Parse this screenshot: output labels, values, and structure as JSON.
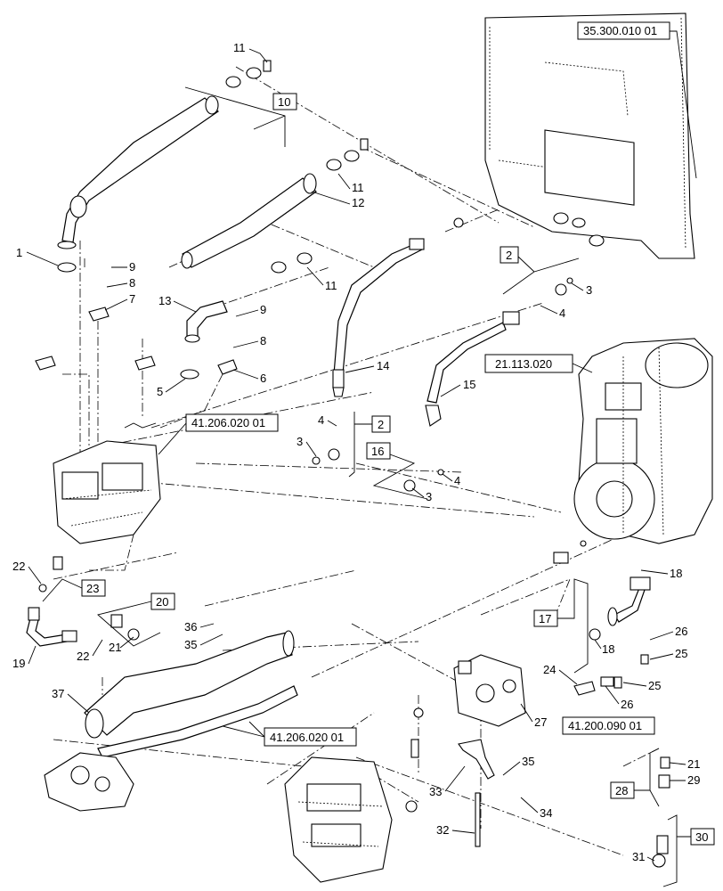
{
  "ref_boxes": {
    "frame": "35.300.010 01",
    "transmission": "21.113.020",
    "valve_top": "41.206.020 01",
    "valve_bottom": "41.206.020 01",
    "block": "41.200.090 01"
  },
  "kits": {
    "k2a": "2",
    "k2b": "2",
    "k10": "10",
    "k16": "16",
    "k17": "17",
    "k20": "20",
    "k23": "23",
    "k28": "28",
    "k30": "30"
  },
  "callouts": {
    "c1": "1",
    "c3a": "3",
    "c3b": "3",
    "c3c": "3",
    "c4a": "4",
    "c4b": "4",
    "c4c": "4",
    "c5": "5",
    "c6": "6",
    "c7": "7",
    "c8a": "8",
    "c8b": "8",
    "c9a": "9",
    "c9b": "9",
    "c11a": "11",
    "c11b": "11",
    "c11c": "11",
    "c12": "12",
    "c13": "13",
    "c14": "14",
    "c15": "15",
    "c18a": "18",
    "c18b": "18",
    "c19": "19",
    "c21a": "21",
    "c21b": "21",
    "c22a": "22",
    "c22b": "22",
    "c24": "24",
    "c25a": "25",
    "c25b": "25",
    "c26a": "26",
    "c26b": "26",
    "c27": "27",
    "c29": "29",
    "c31": "31",
    "c32": "32",
    "c33": "33",
    "c34": "34",
    "c35a": "35",
    "c35b": "35",
    "c36": "36",
    "c37": "37"
  }
}
